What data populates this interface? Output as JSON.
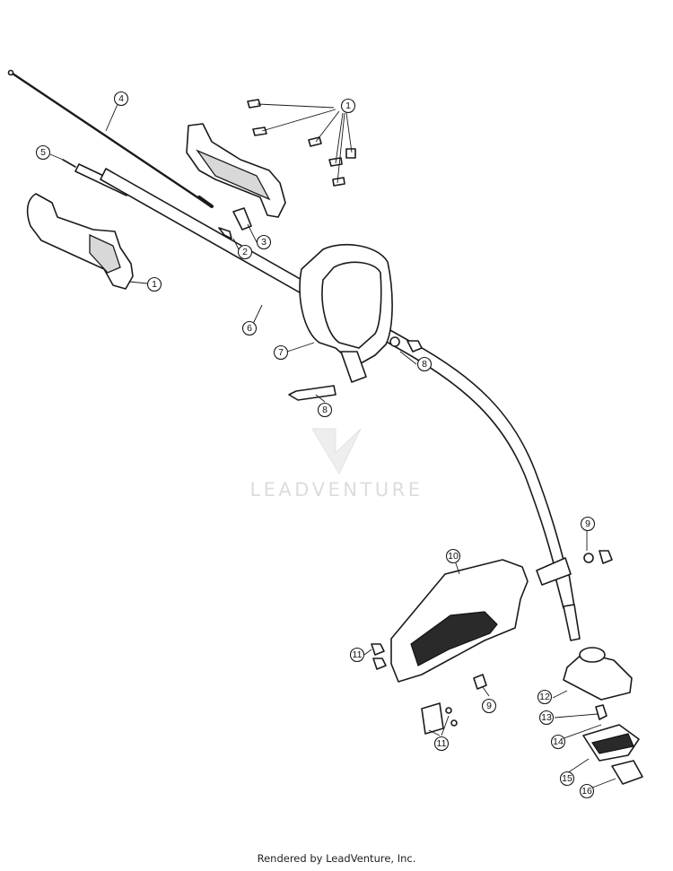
{
  "watermark": {
    "text": "LEADVENTURE"
  },
  "footer": {
    "text": "Rendered by LeadVenture, Inc."
  },
  "callouts": [
    {
      "id": "c1a",
      "label": "1"
    },
    {
      "id": "c1b",
      "label": "1"
    },
    {
      "id": "c2",
      "label": "2"
    },
    {
      "id": "c3",
      "label": "3"
    },
    {
      "id": "c4",
      "label": "4"
    },
    {
      "id": "c5",
      "label": "5"
    },
    {
      "id": "c6",
      "label": "6"
    },
    {
      "id": "c7",
      "label": "7"
    },
    {
      "id": "c8a",
      "label": "8"
    },
    {
      "id": "c8b",
      "label": "8"
    },
    {
      "id": "c9a",
      "label": "9"
    },
    {
      "id": "c9b",
      "label": "9"
    },
    {
      "id": "c10",
      "label": "10"
    },
    {
      "id": "c11a",
      "label": "11"
    },
    {
      "id": "c11b",
      "label": "11"
    },
    {
      "id": "c12",
      "label": "12"
    },
    {
      "id": "c13",
      "label": "13"
    },
    {
      "id": "c14",
      "label": "14"
    },
    {
      "id": "c15",
      "label": "15"
    },
    {
      "id": "c16",
      "label": "16"
    }
  ]
}
